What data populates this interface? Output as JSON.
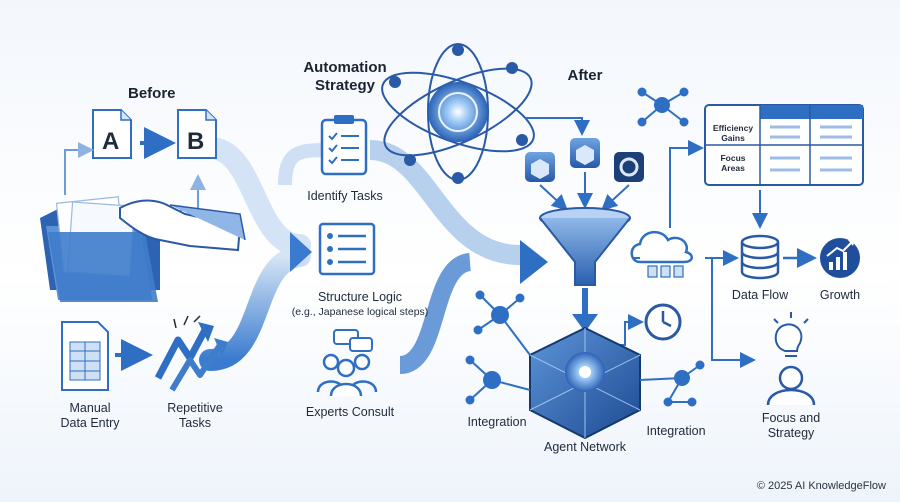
{
  "sections": {
    "before": "Before",
    "strategy_line1": "Automation",
    "strategy_line2": "Strategy",
    "after": "After"
  },
  "before_items": {
    "letter_a": "A",
    "letter_b": "B",
    "manual_line1": "Manual",
    "manual_line2": "Data Entry",
    "repetitive_line1": "Repetitive",
    "repetitive_line2": "Tasks"
  },
  "strategy_items": {
    "identify": "Identify Tasks",
    "structure": "Structure Logic",
    "structure_note": "(e.g., Japanese logical steps)",
    "experts": "Experts Consult"
  },
  "after_items": {
    "table_row1_line1": "Efficiency",
    "table_row1_line2": "Gains",
    "table_row2_line1": "Focus",
    "table_row2_line2": "Areas",
    "data_flow": "Data Flow",
    "growth": "Growth",
    "integration_left": "Integration",
    "integration_right": "Integration",
    "agent_network": "Agent Network",
    "focus_line1": "Focus and",
    "focus_line2": "Strategy"
  },
  "footer": {
    "copyright": "© 2025 AI KnowledgeFlow"
  },
  "colors": {
    "primary": "#2e6fc4",
    "light": "#a9c7ea",
    "dark": "#1b3f7a",
    "text": "#1f2a3a"
  }
}
